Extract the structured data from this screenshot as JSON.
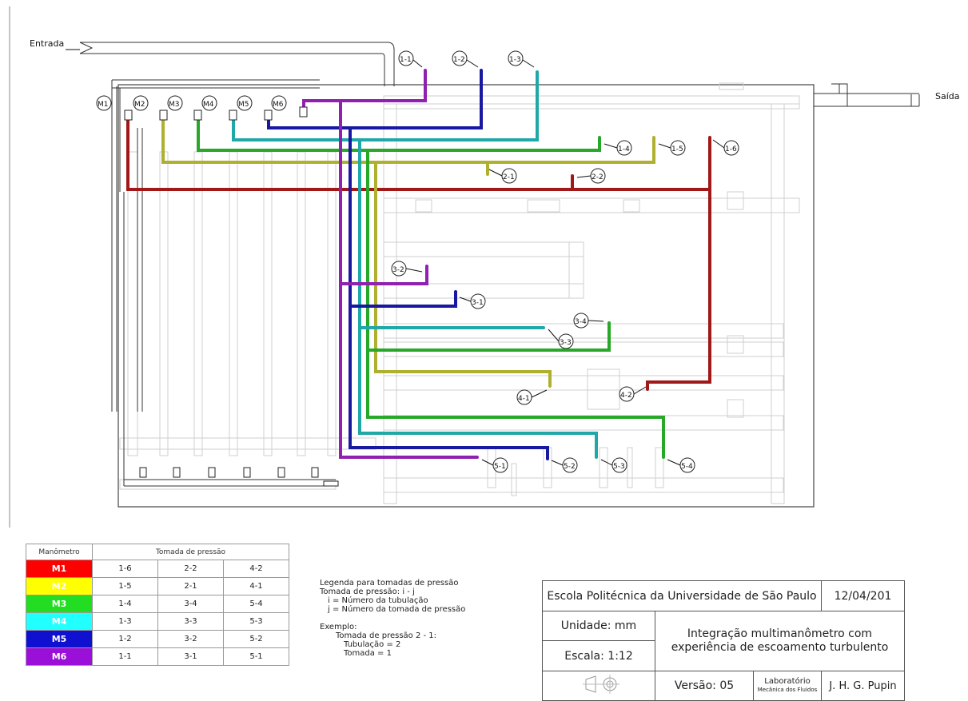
{
  "labels": {
    "entrada": "Entrada",
    "saida": "Saída",
    "manometers": [
      "M1",
      "M2",
      "M3",
      "M4",
      "M5",
      "M6"
    ],
    "taps": [
      "1-1",
      "1-2",
      "1-3",
      "1-4",
      "1-5",
      "1-6",
      "2-1",
      "2-2",
      "3-1",
      "3-2",
      "3-3",
      "3-4",
      "4-1",
      "4-2",
      "5-1",
      "5-2",
      "5-3",
      "5-4"
    ]
  },
  "colors": {
    "M1": "#a01818",
    "M2": "#b0b030",
    "M3": "#28a828",
    "M4": "#20a8a8",
    "M5": "#1818a0",
    "M6": "#9020b0",
    "M1_cell": "#ff0000",
    "M2_cell": "#ffff00",
    "M3_cell": "#22dd22",
    "M4_cell": "#22ffff",
    "M5_cell": "#1010d0",
    "M6_cell": "#9a10d8"
  },
  "table": {
    "col_manometer": "Manômetro",
    "col_taps": "Tomada de pressão",
    "rows": [
      {
        "m": "M1",
        "t": [
          "1-6",
          "2-2",
          "4-2"
        ]
      },
      {
        "m": "M2",
        "t": [
          "1-5",
          "2-1",
          "4-1"
        ]
      },
      {
        "m": "M3",
        "t": [
          "1-4",
          "3-4",
          "5-4"
        ]
      },
      {
        "m": "M4",
        "t": [
          "1-3",
          "3-3",
          "5-3"
        ]
      },
      {
        "m": "M5",
        "t": [
          "1-2",
          "3-2",
          "5-2"
        ]
      },
      {
        "m": "M6",
        "t": [
          "1-1",
          "3-1",
          "5-1"
        ]
      }
    ]
  },
  "legend": {
    "title": "Legenda para tomadas de pressão",
    "line1": "Tomada de pressão: i - j",
    "line2": "i = Número da tubulação",
    "line3": "j = Número da tomada de pressão",
    "ex_title": "Exemplo:",
    "ex1": "Tomada de pressão 2 - 1:",
    "ex2": "Tubulação = 2",
    "ex3": "Tomada = 1"
  },
  "titleblock": {
    "school": "Escola Politécnica da Universidade de São Paulo",
    "date": "12/04/201",
    "unit": "Unidade: mm",
    "scale": "Escala: 1:12",
    "title_line1": "Integração multimanômetro com",
    "title_line2": "experiência de escoamento turbulento",
    "version": "Versão: 05",
    "lab1": "Laboratório",
    "lab2": "Mecânica dos Fluidos",
    "author": "J. H. G. Pupin"
  }
}
